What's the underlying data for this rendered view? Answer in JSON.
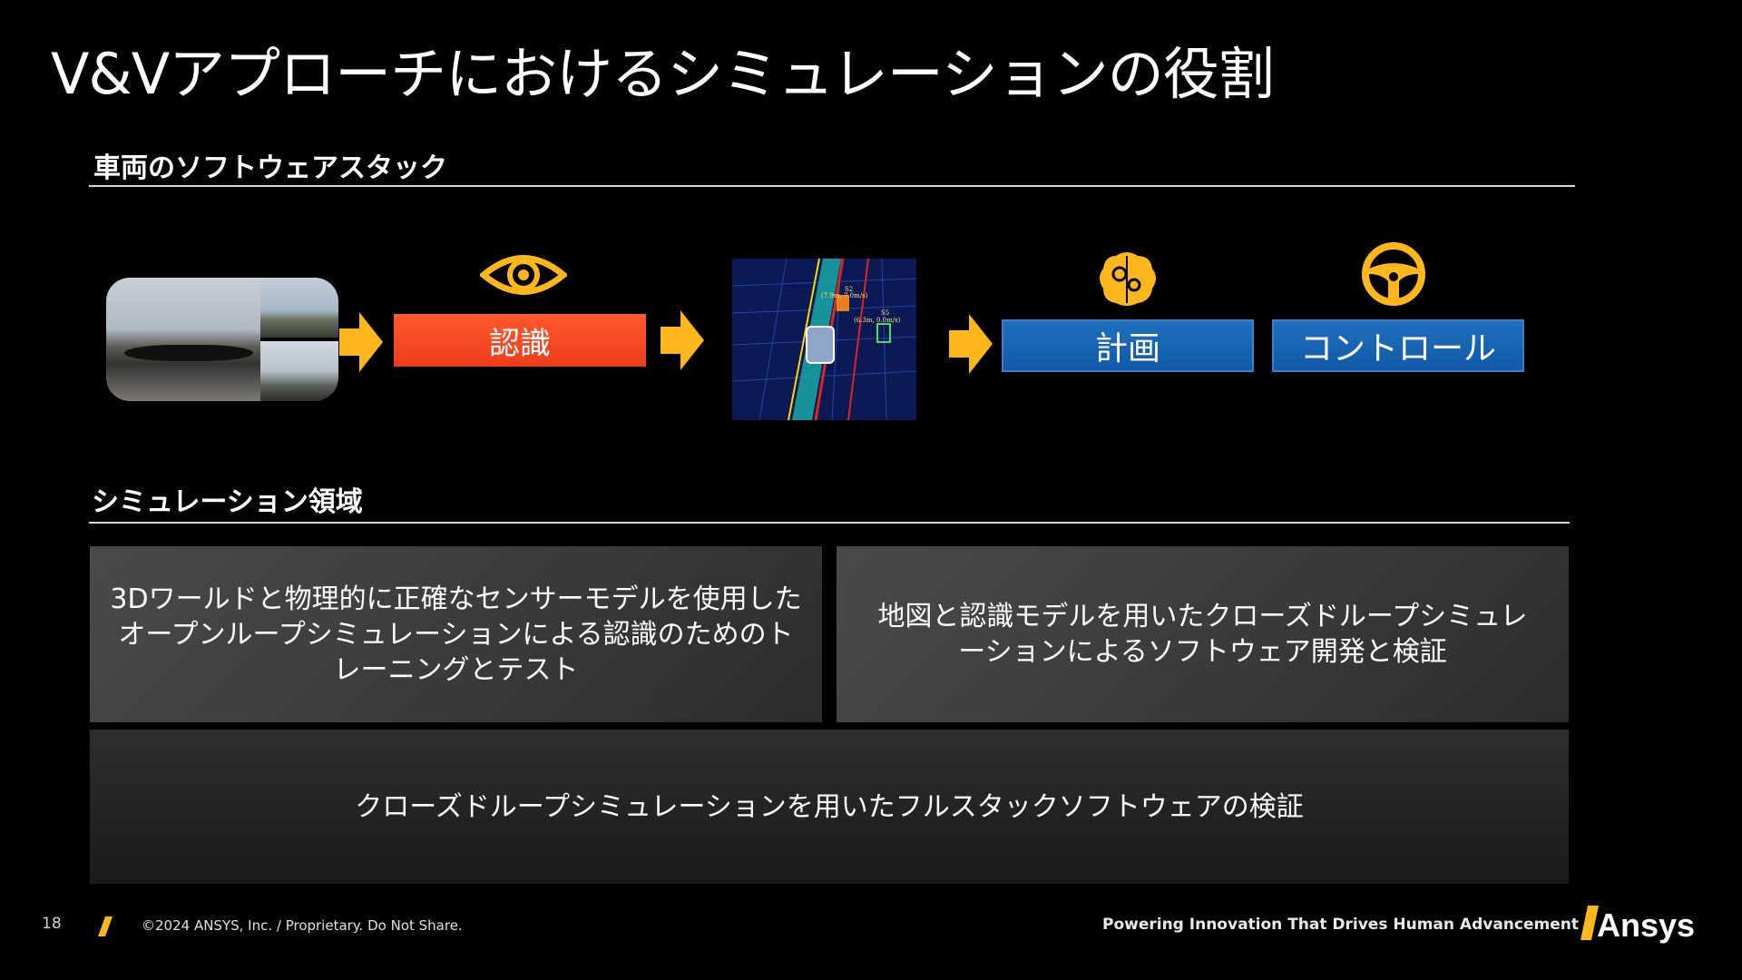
{
  "slide": {
    "title": "V&Vアプローチにおけるシミュレーションの役割"
  },
  "stack": {
    "heading": "車両のソフトウェアスタック",
    "perception_label": "認識",
    "planning_label": "計画",
    "control_label": "コントロール",
    "sim_image_labels": {
      "obj_s2": "S2",
      "obj_s2_speed": "(7.9m, 7.0m/s)",
      "obj_s5": "S5",
      "obj_s5_speed": "(6.3m, 0.0m/s)"
    }
  },
  "simulation": {
    "heading": "シミュレーション領域",
    "panel_left": "3Dワールドと物理的に正確なセンサーモデルを使用したオープンループシミュレーションによる認識のためのトレーニングとテスト",
    "panel_right": "地図と認識モデルを用いたクローズドループシミュレーションによるソフトウェア開発と検証",
    "panel_bottom": "クローズドループシミュレーションを用いたフルスタックソフトウェアの検証"
  },
  "footer": {
    "page_number": "18",
    "copyright": "©2024 ANSYS, Inc. / Proprietary. Do Not Share.",
    "tagline": "Powering Innovation That Drives Human Advancement",
    "logo_text": "Ansys"
  },
  "colors": {
    "accent_yellow": "#ffb71b",
    "perception_red": "#ef3f1c",
    "planning_blue": "#1565b5"
  },
  "icons": [
    "eye-icon",
    "brain-gear-icon",
    "steering-wheel-icon",
    "arrow-right-icon"
  ]
}
